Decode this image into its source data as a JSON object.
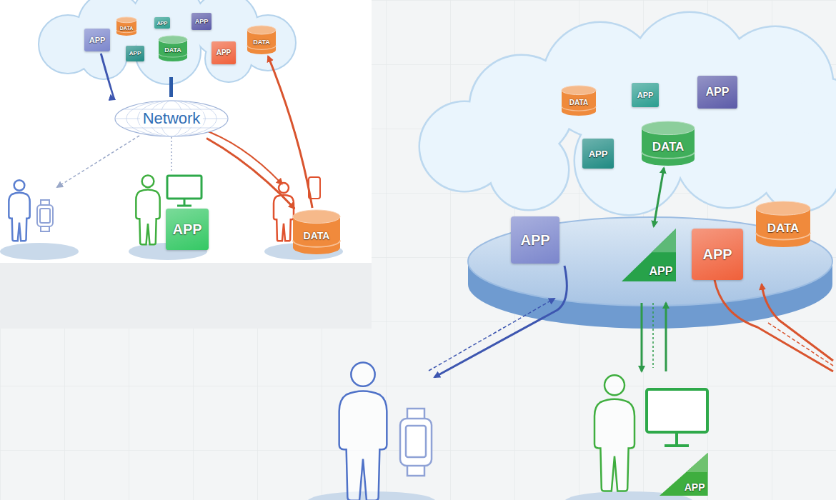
{
  "diagram": {
    "nodes": [
      {
        "text": [
          "APP"
        ]
      },
      {
        "text": [
          "DATA"
        ]
      },
      {
        "text": [
          "APP"
        ]
      },
      {
        "text": [
          "APP"
        ]
      },
      {
        "text": [
          "APP"
        ]
      },
      {
        "text": [
          "DATA"
        ]
      },
      {
        "text": [
          "APP"
        ]
      },
      {
        "text": [
          "DATA"
        ]
      },
      {
        "text": [
          "Network"
        ]
      },
      {
        "text": [
          "APP"
        ]
      },
      {
        "text": [
          "DATA"
        ]
      },
      {
        "text": [
          "DATA"
        ]
      },
      {
        "text": [
          "APP"
        ]
      },
      {
        "text": [
          "APP"
        ]
      },
      {
        "text": [
          "APP"
        ]
      },
      {
        "text": [
          "DATA"
        ]
      },
      {
        "text": [
          "APP"
        ]
      },
      {
        "text": [
          "APP"
        ]
      },
      {
        "text": [
          "APP"
        ]
      },
      {
        "text": [
          "DATA"
        ]
      },
      {
        "text": [
          "APP"
        ]
      }
    ],
    "edges": [
      {
        "from": 0,
        "to": 8,
        "arrow": "to"
      },
      {
        "from": 8,
        "to": 10,
        "arrow": "to"
      },
      {
        "from": 10,
        "to": 7,
        "arrow": "to"
      },
      {
        "from": 15,
        "to": 17,
        "arrow": "both"
      }
    ]
  }
}
